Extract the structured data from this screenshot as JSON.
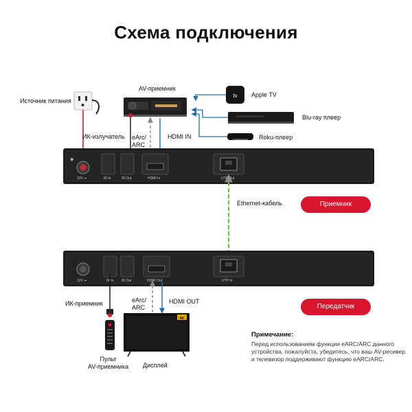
{
  "title": "Схема подключения",
  "labels": {
    "power_source": "Источник питания",
    "av_receiver": "AV-приемник",
    "apple_tv": "Apple TV",
    "bluray": "Blu-ray плеер",
    "roku": "Roku-плеер",
    "ir_emitter": "ИК-излучатель",
    "earc_arc": "eArc/\nARC",
    "hdmi_in": "HDMI IN",
    "ethernet": "Ethernet-кабель",
    "ir_receiver": "ИК-приемник",
    "earc_arc_bottom": "eArc/\nARC",
    "hdmi_out": "HDMI OUT",
    "remote": "Пульт\nAV-приемника",
    "display": "Дисплей"
  },
  "badges": {
    "receiver": "Приемник",
    "transmitter": "Передатчик"
  },
  "device_top": {
    "port_power": "12V ⎓",
    "port_ir_in": "IR In",
    "port_ir_out": "IR Out",
    "port_hdmi": "HDMI In",
    "port_utp": "UTP Out"
  },
  "device_bottom": {
    "port_power": "12V ⎓",
    "port_ir_in": "IR In",
    "port_ir_out": "IR Out",
    "port_hdmi": "HDMI Out",
    "port_utp": "UTP In"
  },
  "note": {
    "title": "Примечание:",
    "body": "Перед использованием функции eARC/ARC данного устройства, пожалуйста, убедитесь, что ваш AV-ресивер и телевизор поддерживают функцию eARC/ARC."
  },
  "tv_badge": "4K",
  "colors": {
    "accent_red": "#d9152d",
    "hdmi_blue": "#1f6fb5",
    "ethernet_green": "#5ec93a",
    "ir_red": "#d9152d",
    "device_dark": "#1e1e1e"
  }
}
